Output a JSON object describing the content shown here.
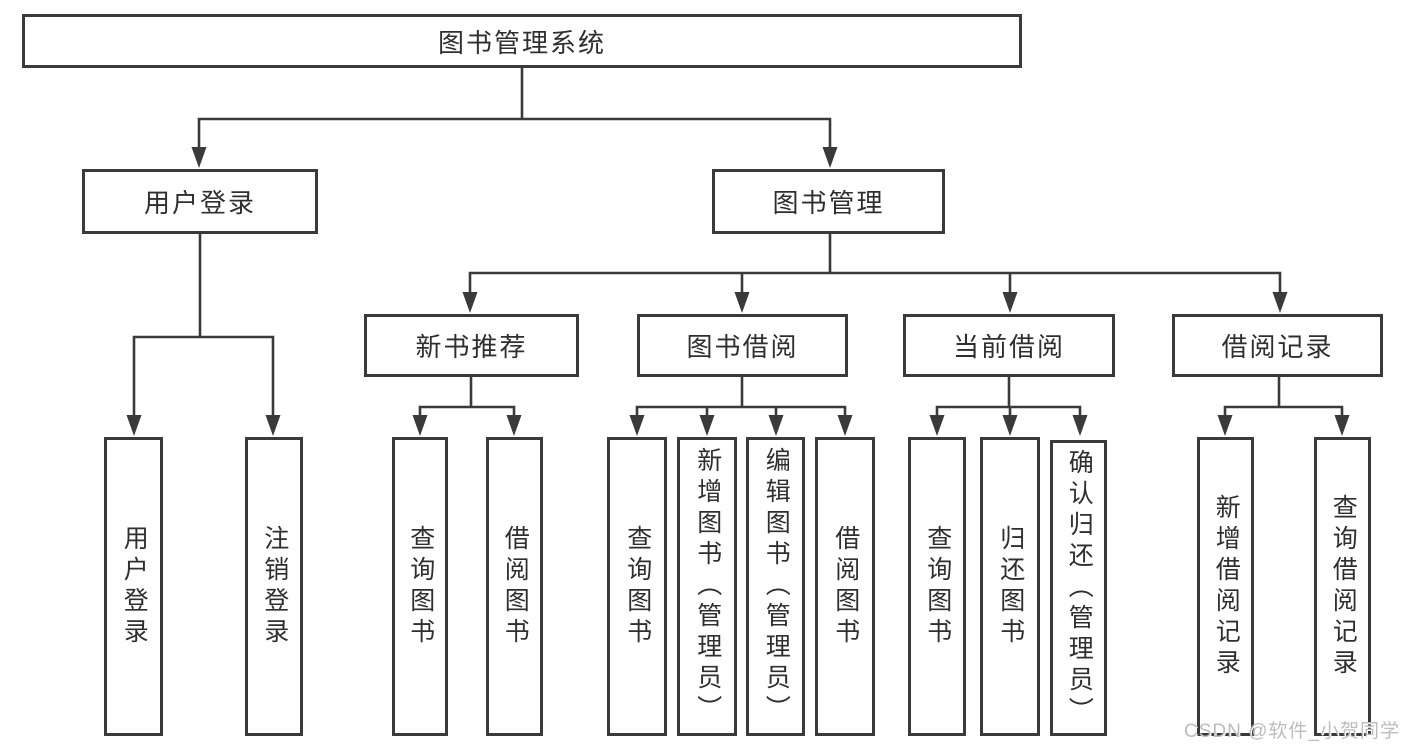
{
  "diagram": {
    "root": {
      "label": "图书管理系统"
    },
    "level2": {
      "user_login": {
        "label": "用户登录"
      },
      "book_management": {
        "label": "图书管理"
      }
    },
    "level3": {
      "new_book_recommend": {
        "label": "新书推荐"
      },
      "book_borrow": {
        "label": "图书借阅"
      },
      "current_borrow": {
        "label": "当前借阅"
      },
      "borrow_records": {
        "label": "借阅记录"
      }
    },
    "leaves": {
      "user_login": [
        "用户登录",
        "注销登录"
      ],
      "new_book_recommend": [
        "查询图书",
        "借阅图书"
      ],
      "book_borrow": [
        "查询图书",
        "新增图书（管理员）",
        "编辑图书（管理员）",
        "借阅图书"
      ],
      "current_borrow": [
        "查询图书",
        "归还图书",
        "确认归还（管理员）"
      ],
      "borrow_records": [
        "新增借阅记录",
        "查询借阅记录"
      ]
    },
    "colors": {
      "border": "#3a3a3a",
      "line": "#3a3a3a",
      "text": "#2f2f2f",
      "background": "#ffffff",
      "watermark": "#bdbdbd"
    }
  },
  "watermark": {
    "text": "CSDN @软件_小贺同学"
  }
}
